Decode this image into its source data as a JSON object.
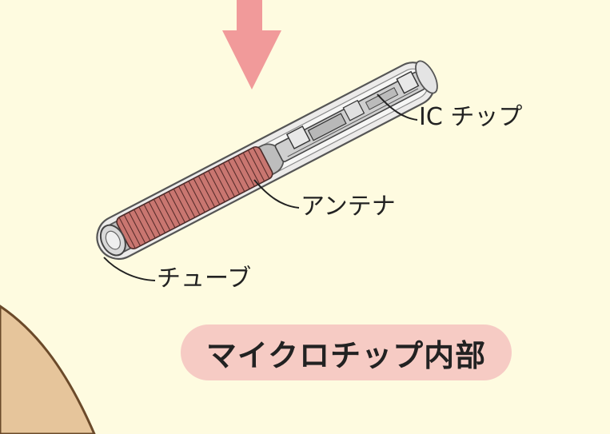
{
  "labels": {
    "ic_chip": "IC チップ",
    "antenna": "アンテナ",
    "tube": "チューブ"
  },
  "caption": "マイクロチップ内部",
  "colors": {
    "background": "#fefbe0",
    "arrow": "#f19a9a",
    "coil": "#c97670",
    "caption_pill": "#f6cbc4",
    "skin": "#e6c59b"
  }
}
